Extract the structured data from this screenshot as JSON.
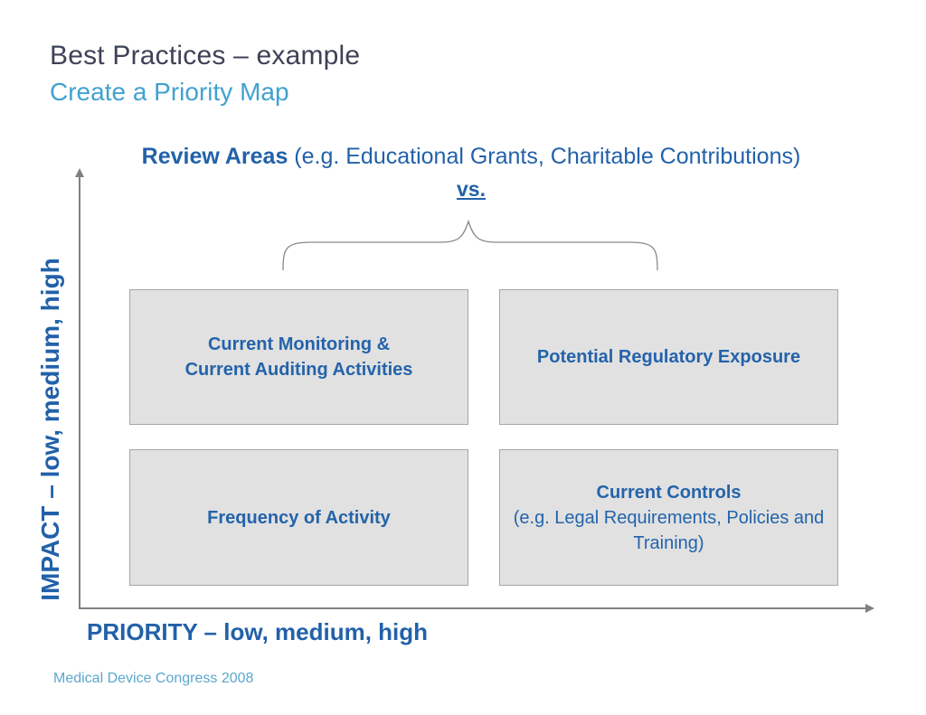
{
  "slide": {
    "title": "Best Practices – example",
    "subtitle": "Create a Priority Map",
    "heading": {
      "bold": "Review Areas",
      "rest": " (e.g. Educational Grants, Charitable Contributions)",
      "vs": "vs."
    },
    "quadrants": {
      "top_left": {
        "line1": "Current Monitoring &",
        "line2": "Current Auditing Activities"
      },
      "top_right": {
        "label": "Potential Regulatory Exposure"
      },
      "bottom_left": {
        "label": "Frequency of Activity"
      },
      "bottom_right": {
        "bold": "Current Controls",
        "rest": "(e.g. Legal Requirements, Policies and Training)"
      }
    },
    "axes": {
      "y_label": "IMPACT – low, medium, high",
      "x_label": "PRIORITY – low, medium, high"
    },
    "footer": "Medical Device Congress 2008",
    "colors": {
      "title_dark": "#3E4256",
      "subtitle_blue": "#41A2D0",
      "body_blue": "#2261A9",
      "axis_gray": "#808080",
      "box_fill": "#E1E1E1",
      "box_border": "#A6A6A6",
      "footer_blue": "#5BA7CD"
    }
  }
}
